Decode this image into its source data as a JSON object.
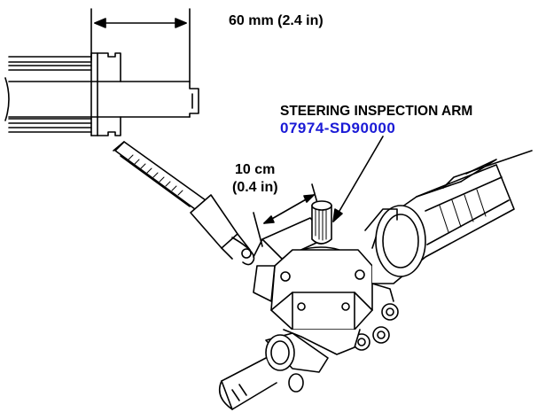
{
  "labels": {
    "top_dimension": "60 mm (2.4 in)",
    "arm_name": "STEERING INSPECTION ARM",
    "arm_part_number": "07974-SD90000",
    "arm_dimension_line1": "10 cm",
    "arm_dimension_line2": "(0.4 in)"
  },
  "colors": {
    "part_number": "#1a1ad6",
    "line": "#000000",
    "background": "#ffffff"
  }
}
